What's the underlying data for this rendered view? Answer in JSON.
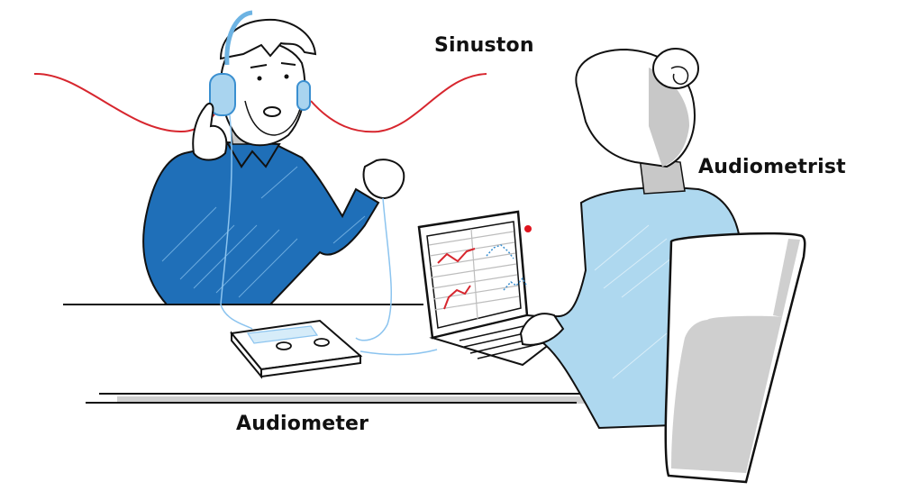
{
  "labels": {
    "sine_tone": "Sinuston",
    "audiometrist": "Audiometrist",
    "audiometer": "Audiometer"
  },
  "scene": {
    "figures": [
      "patient-with-headphones",
      "audiometrist-at-laptop"
    ],
    "objects": [
      "audiometer-device",
      "laptop",
      "table",
      "office-chair",
      "sine-wave"
    ]
  },
  "colors": {
    "sine_wave": "#d7262e",
    "patient_shirt": "#1f6fb8",
    "headphones": "#a9d4ef",
    "audiometrist_shirt": "#aed8ef",
    "hair_shadow": "#c8c8c8",
    "chart_red": "#d7262e",
    "chart_blue": "#3a8fd0",
    "status_dot": "#e0141e",
    "outline": "#111111"
  },
  "laptop_screen": {
    "panels": 4,
    "status_indicator": "red-dot"
  }
}
